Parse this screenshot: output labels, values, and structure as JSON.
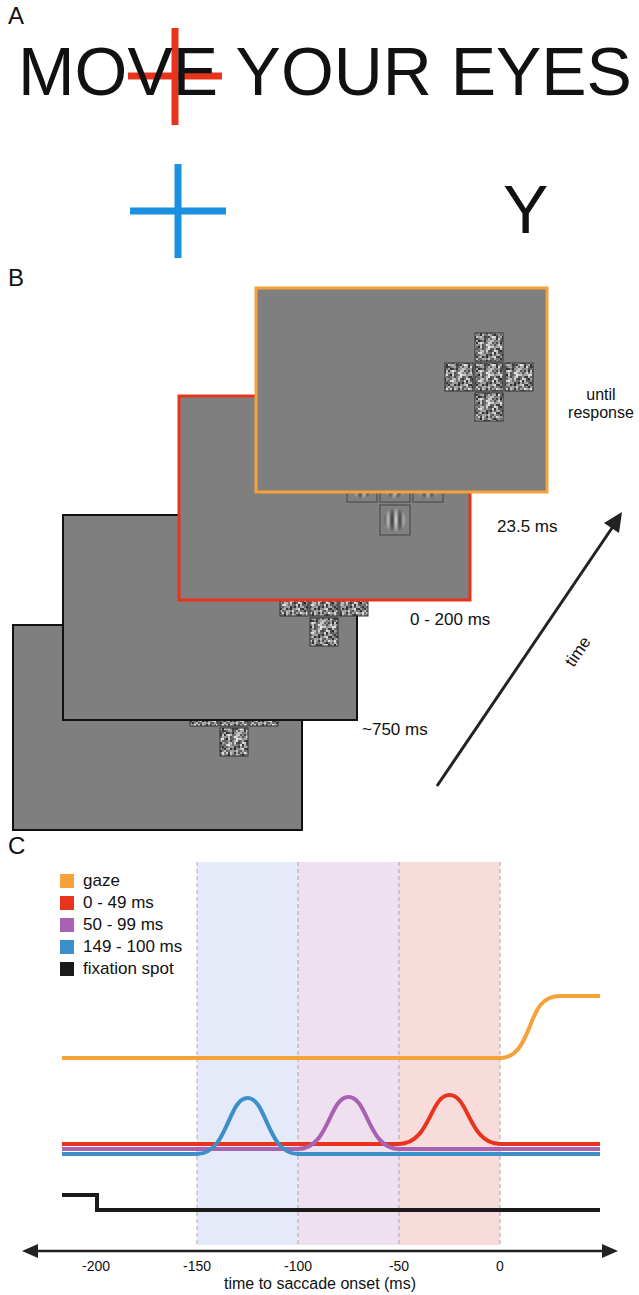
{
  "diagram": {
    "labels": [
      "A",
      "MOVE YOUR EYES",
      "Y",
      "B",
      "~750 ms",
      "0 - 200 ms",
      "23.5 ms",
      "until response",
      "time",
      "C",
      "-200",
      "-150",
      "-100",
      "-50",
      "0",
      "time to saccade onset (ms)"
    ],
    "legend": [
      {
        "text": "gaze",
        "color": "#f5a23b"
      },
      {
        "text": "0 - 49 ms",
        "color": "#e8341c"
      },
      {
        "text": "50 - 99 ms",
        "color": "#a861b3"
      },
      {
        "text": "149 - 100 ms",
        "color": "#3d8fca"
      },
      {
        "text": "fixation spot",
        "color": "#1a1a1a"
      }
    ]
  }
}
